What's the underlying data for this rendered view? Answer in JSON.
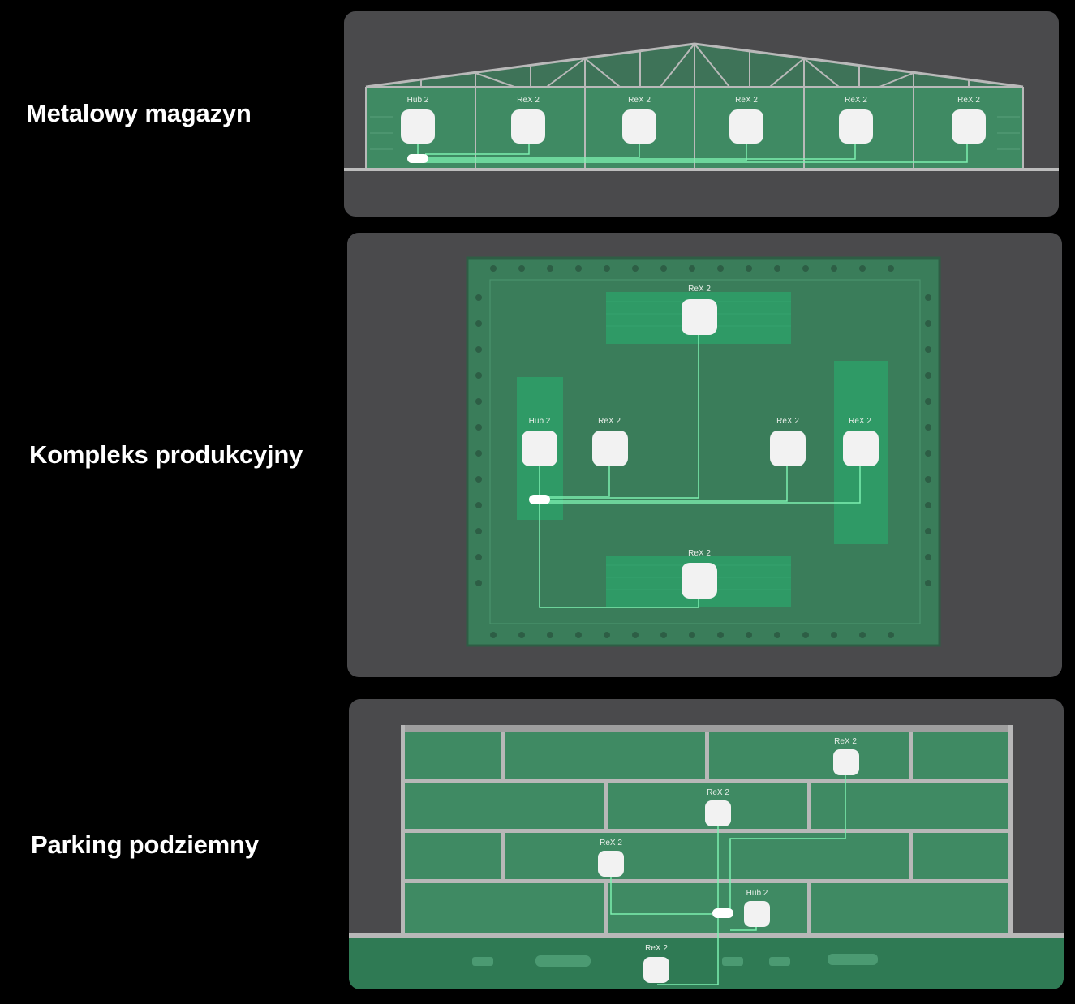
{
  "sections": [
    {
      "title": "Metalowy magazyn",
      "devices": [
        {
          "label": "Hub 2"
        },
        {
          "label": "ReX 2"
        },
        {
          "label": "ReX 2"
        },
        {
          "label": "ReX 2"
        },
        {
          "label": "ReX 2"
        },
        {
          "label": "ReX 2"
        }
      ]
    },
    {
      "title": "Kompleks produkcyjny",
      "devices": [
        {
          "label": "ReX 2"
        },
        {
          "label": "Hub 2"
        },
        {
          "label": "ReX 2"
        },
        {
          "label": "ReX 2"
        },
        {
          "label": "ReX 2"
        },
        {
          "label": "ReX 2"
        }
      ]
    },
    {
      "title": "Parking podziemny",
      "devices": [
        {
          "label": "ReX 2"
        },
        {
          "label": "ReX 2"
        },
        {
          "label": "ReX 2"
        },
        {
          "label": "Hub 2"
        },
        {
          "label": "ReX 2"
        }
      ]
    }
  ],
  "colors": {
    "background": "#000000",
    "panel": "#4a4a4c",
    "zone_green": "#3f8a63",
    "link_line": "#7df0b0",
    "device": "#f2f2f2"
  }
}
